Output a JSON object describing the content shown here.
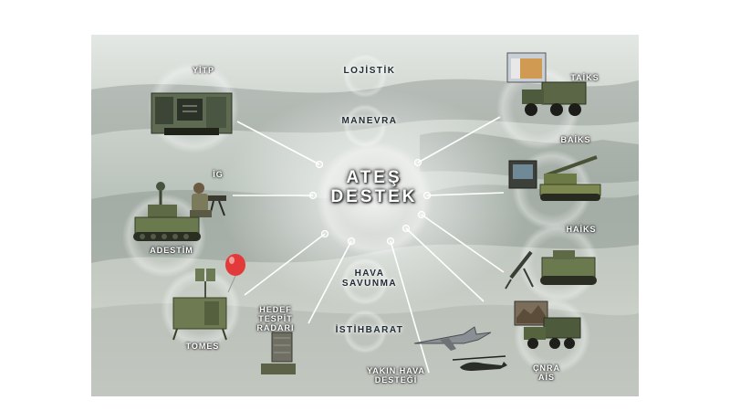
{
  "diagram": {
    "center_line1": "ATEŞ",
    "center_line2": "DESTEK",
    "categories": {
      "lojistik": "LOJİSTİK",
      "manevra": "MANEVRA",
      "hava_savunma_1": "HAVA",
      "hava_savunma_2": "SAVUNMA",
      "istihbarat": "İSTİHBARAT"
    },
    "nodes": {
      "yitp": "YİTP",
      "ig": "İG",
      "adestim": "ADESTİM",
      "tomes": "TOMES",
      "hedef_1": "HEDEF",
      "hedef_2": "TESPİT",
      "hedef_3": "RADARI",
      "yakin_1": "YAKIN HAVA",
      "yakin_2": "DESTEĞİ",
      "cnra_1": "ÇNRA",
      "cnra_2": "AİS",
      "haiks": "HAİKS",
      "baiks": "BAİKS",
      "taiks": "TAİKS"
    }
  }
}
